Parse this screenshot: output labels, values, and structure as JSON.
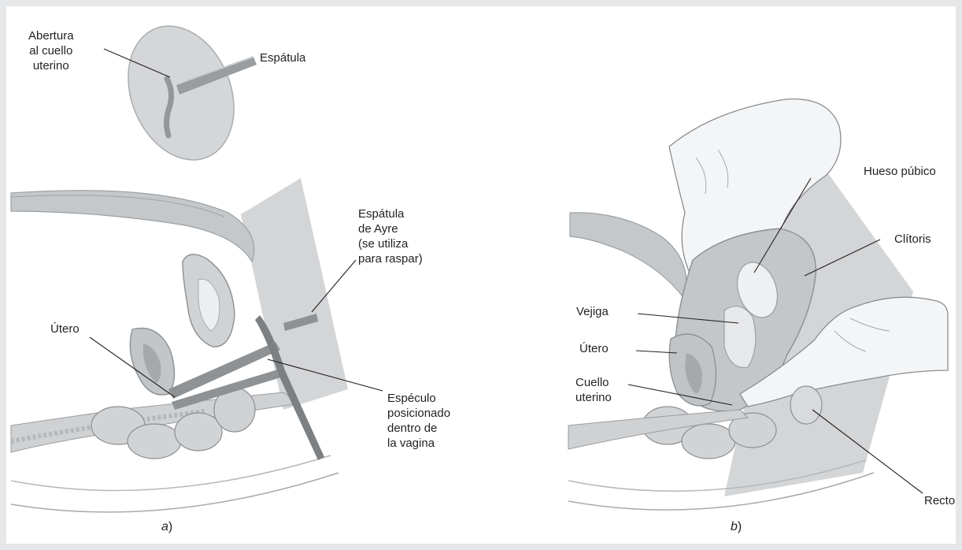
{
  "figure": {
    "inset": {
      "labels": {
        "opening": "Abertura\nal cuello\nuterino",
        "spatula": "Espátula"
      }
    },
    "panel_a": {
      "caption_letter": "a",
      "caption_paren": ")",
      "labels": {
        "ayre": "Espátula\nde Ayre\n(se utiliza\npara raspar)",
        "uterus": "Útero",
        "speculum": "Espéculo\nposicionado\ndentro de\nla vagina"
      }
    },
    "panel_b": {
      "caption_letter": "b",
      "caption_paren": ")",
      "labels": {
        "pubic_bone": "Hueso púbico",
        "clitoris": "Clítoris",
        "bladder": "Vejiga",
        "uterus": "Útero",
        "cervix": "Cuello\nuterino",
        "rectum": "Recto"
      }
    },
    "colors": {
      "background": "#e6e7e8",
      "tissue": "#cbcdcf",
      "tissue_dark": "#a7aaad",
      "outline": "#8d9093",
      "leader": "#231f20"
    }
  }
}
